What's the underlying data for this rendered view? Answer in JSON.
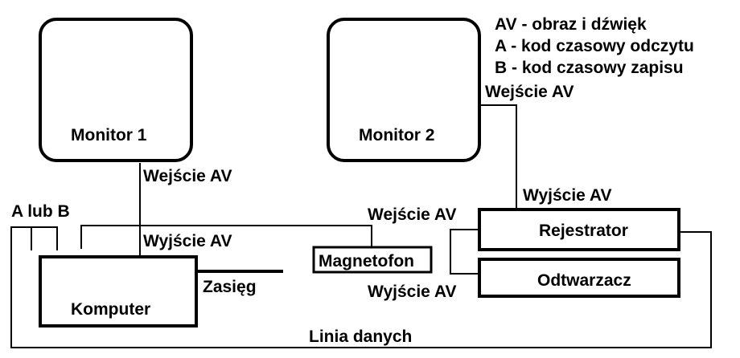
{
  "legend": {
    "line1": "AV - obraz i dźwięk",
    "line2": "A - kod czasowy odczytu",
    "line3": "B - kod czasowy zapisu"
  },
  "monitor1": {
    "label": "Monitor 1",
    "input_label": "Wejście AV"
  },
  "monitor2": {
    "label": "Monitor 2",
    "input_label": "Wejście AV"
  },
  "computer": {
    "label": "Komputer",
    "output_label": "Wyjście AV",
    "timecode_label": "A lub B",
    "range_label": "Zasięg"
  },
  "tape": {
    "label": "Magnetofon",
    "input_label": "Wejście AV"
  },
  "recorder": {
    "label": "Rejestrator",
    "output_label": "Wyjście AV"
  },
  "player": {
    "label": "Odtwarzacz",
    "output_label": "Wyjście AV"
  },
  "dataline": {
    "label": "Linia danych"
  },
  "colors": {
    "stroke": "#000000",
    "background": "#ffffff"
  }
}
